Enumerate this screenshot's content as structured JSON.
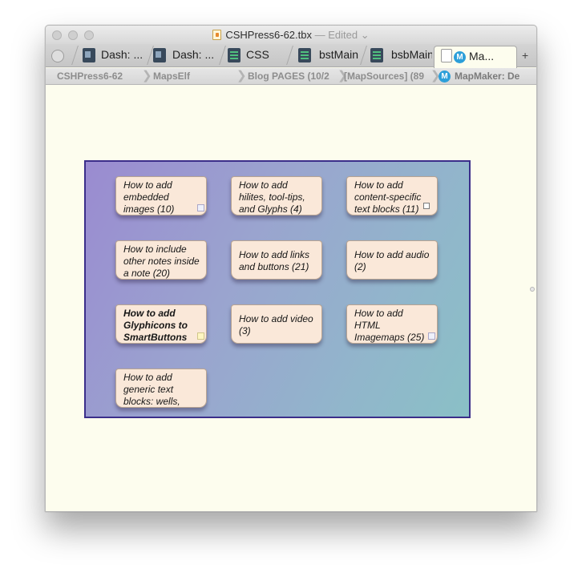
{
  "window": {
    "title": "CSHPress6-62.tbx",
    "title_status": "— Edited",
    "title_chevron": "⌄"
  },
  "tabs": [
    {
      "label": "Dash: ...",
      "icon": "dash-icon"
    },
    {
      "label": "Dash: ...",
      "icon": "dash-icon"
    },
    {
      "label": "CSS",
      "icon": "code-lines-icon"
    },
    {
      "label": "bstMain",
      "icon": "code-lines-icon"
    },
    {
      "label": "bsbMain",
      "icon": "code-lines-icon"
    },
    {
      "label": "Ma...",
      "icon": "mapmaker-icon",
      "active": true
    }
  ],
  "new_tab_label": "+",
  "breadcrumbs": [
    "CSHPress6-62",
    "MapsElf",
    "Blog PAGES (10/2",
    "[MapSources] (89",
    "MapMaker: De"
  ],
  "map_badge": "M",
  "notes": [
    {
      "text": "How to add embedded images (10)",
      "badge": "link"
    },
    {
      "text": "How to add hilites, tool-tips, and Glyphs (4)",
      "badge": ""
    },
    {
      "text": "How to add content-specific text blocks (11)",
      "badge": "compact"
    },
    {
      "text": "How to include other notes inside a note (20)",
      "badge": ""
    },
    {
      "text": "How to add links and buttons (21)",
      "badge": ""
    },
    {
      "text": "How to add audio (2)",
      "badge": ""
    },
    {
      "text": "How to add Glyphicons to SmartButtons",
      "badge": "yellow",
      "bold": true
    },
    {
      "text": "How to add video (3)",
      "badge": ""
    },
    {
      "text": "How to add HTML Imagemaps (25)",
      "badge": "link"
    },
    {
      "text": "How to add generic text blocks: wells,",
      "badge": ""
    }
  ],
  "colors": {
    "map_border": "#3b2e8a",
    "note_fill": "#fae8d9",
    "canvas_background": "#fdfdee",
    "mapmaker_badge": "#2c9fd9"
  }
}
